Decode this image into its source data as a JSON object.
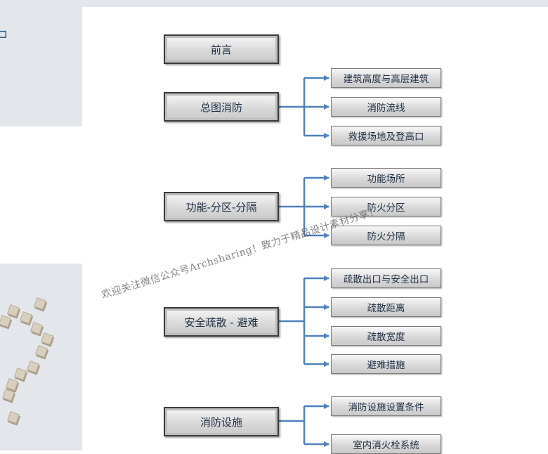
{
  "main_nodes": {
    "preface": "前言",
    "general_plan": "总图消防",
    "function_zoning": "功能-分区-分隔",
    "evacuation": "安全疏散 - 避难",
    "facilities": "消防设施"
  },
  "sub_nodes": {
    "general_plan": [
      "建筑高度与高层建筑",
      "消防流线",
      "救援场地及登高口"
    ],
    "function_zoning": [
      "功能场所",
      "防火分区",
      "防火分隔"
    ],
    "evacuation": [
      "疏散出口与安全出口",
      "疏散距离",
      "疏散宽度",
      "避难措施"
    ],
    "facilities": [
      "消防设施设置条件",
      "室内消火栓系统"
    ]
  },
  "watermark": "欢迎关注微信公众号Archsharing！致力于精品设计素材分享！",
  "colors": {
    "connector": "#4f81bd",
    "panel": "#e3e7ec",
    "text": "#1f2f44"
  }
}
